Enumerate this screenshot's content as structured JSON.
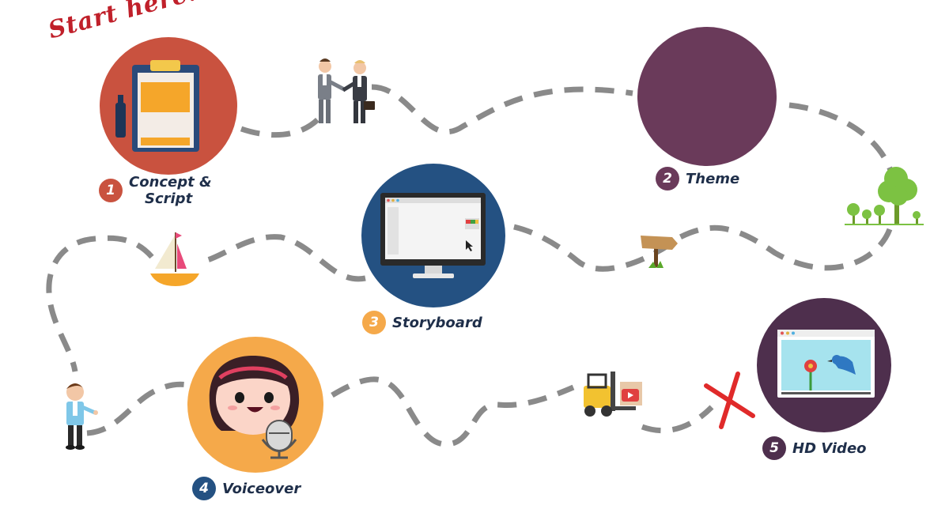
{
  "start_label": "Start here...",
  "steps": [
    {
      "number": "1",
      "title": "Concept &",
      "title_line2": "Script",
      "badge_color": "#c9523f",
      "circle_color": "#c9523f"
    },
    {
      "number": "2",
      "title": "Theme",
      "badge_color": "#6a3a5a",
      "circle_color": "#6a3a5a"
    },
    {
      "number": "3",
      "title": "Storyboard",
      "badge_color": "#f5a94a",
      "circle_color": "#245182"
    },
    {
      "number": "4",
      "title": "Voiceover",
      "badge_color": "#245182",
      "circle_color": "#f5a94a"
    },
    {
      "number": "5",
      "title": "HD Video",
      "badge_color": "#4e2f4d",
      "circle_color": "#4e2f4d"
    }
  ],
  "colors": {
    "path": "#8a8a8a",
    "start_text": "#c0202a",
    "label_text": "#1f2f4a"
  },
  "icons": [
    "clipboard-icon",
    "pen-icon",
    "handshake-icon",
    "monitor-icon",
    "signpost-icon",
    "trees-icon",
    "sailboat-icon",
    "presenter-icon",
    "microphone-icon",
    "forklift-icon",
    "video-window-icon",
    "x-mark-icon"
  ]
}
